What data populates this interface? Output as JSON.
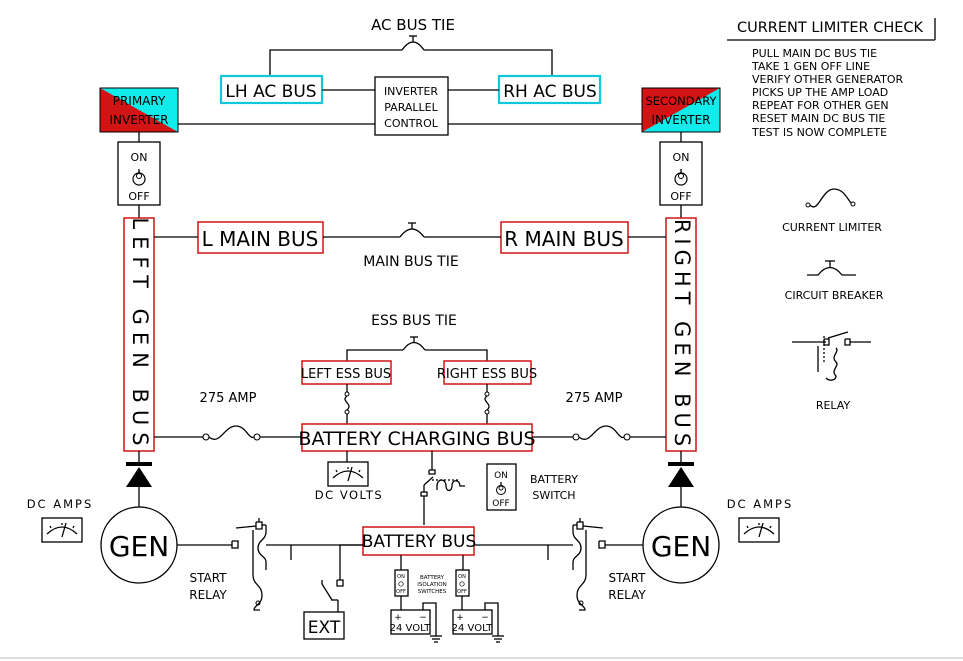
{
  "ac_bus_tie": "AC BUS TIE",
  "lh_ac_bus": "LH AC BUS",
  "rh_ac_bus": "RH AC BUS",
  "inverter_parallel": [
    "INVERTER",
    "PARALLEL",
    "CONTROL"
  ],
  "primary_inverter": [
    "PRIMARY",
    "INVERTER"
  ],
  "secondary_inverter": [
    "SECONDARY",
    "INVERTER"
  ],
  "switch_on": "ON",
  "switch_off": "OFF",
  "left_gen_bus": "LEFT GEN BUS",
  "right_gen_bus": "RIGHT GEN BUS",
  "l_main_bus": "L MAIN BUS",
  "r_main_bus": "R MAIN BUS",
  "main_bus_tie": "MAIN BUS TIE",
  "ess_bus_tie": "ESS BUS TIE",
  "left_ess_bus": "LEFT ESS BUS",
  "right_ess_bus": "RIGHT ESS BUS",
  "amp_275_left": "275 AMP",
  "amp_275_right": "275 AMP",
  "battery_charging_bus": "BATTERY CHARGING BUS",
  "dc_volts": "DC VOLTS",
  "battery_switch": [
    "BATTERY",
    "SWITCH"
  ],
  "dc_amps_left": "DC AMPS",
  "dc_amps_right": "DC AMPS",
  "gen_left": "GEN",
  "gen_right": "GEN",
  "battery_bus": "BATTERY BUS",
  "start_relay_left": [
    "START",
    "RELAY"
  ],
  "start_relay_right": [
    "START",
    "RELAY"
  ],
  "ext": "EXT",
  "battery_isolation_switches": [
    "BATTERY",
    "ISOLATION",
    "SWITCHES"
  ],
  "volt_24_left": "24 VOLT",
  "volt_24_right": "24 VOLT",
  "plus_sign": "+",
  "minus_sign": "−",
  "current_limiter_check": {
    "title": "CURRENT LIMITER CHECK",
    "steps": [
      "PULL MAIN DC BUS TIE",
      "TAKE 1 GEN OFF LINE",
      "VERIFY OTHER GENERATOR",
      "PICKS UP THE AMP LOAD",
      "REPEAT FOR OTHER GEN",
      "RESET MAIN DC BUS TIE",
      "TEST IS NOW COMPLETE"
    ]
  },
  "legend": {
    "current_limiter": "CURRENT LIMITER",
    "circuit_breaker": "CIRCUIT BREAKER",
    "relay": "RELAY"
  },
  "colors": {
    "bus_outline": "#d21414",
    "ac_bus_outline": "#10c8dc",
    "inverter_red": "#d21414",
    "inverter_cyan": "#10ecec",
    "wire": "#000000"
  }
}
